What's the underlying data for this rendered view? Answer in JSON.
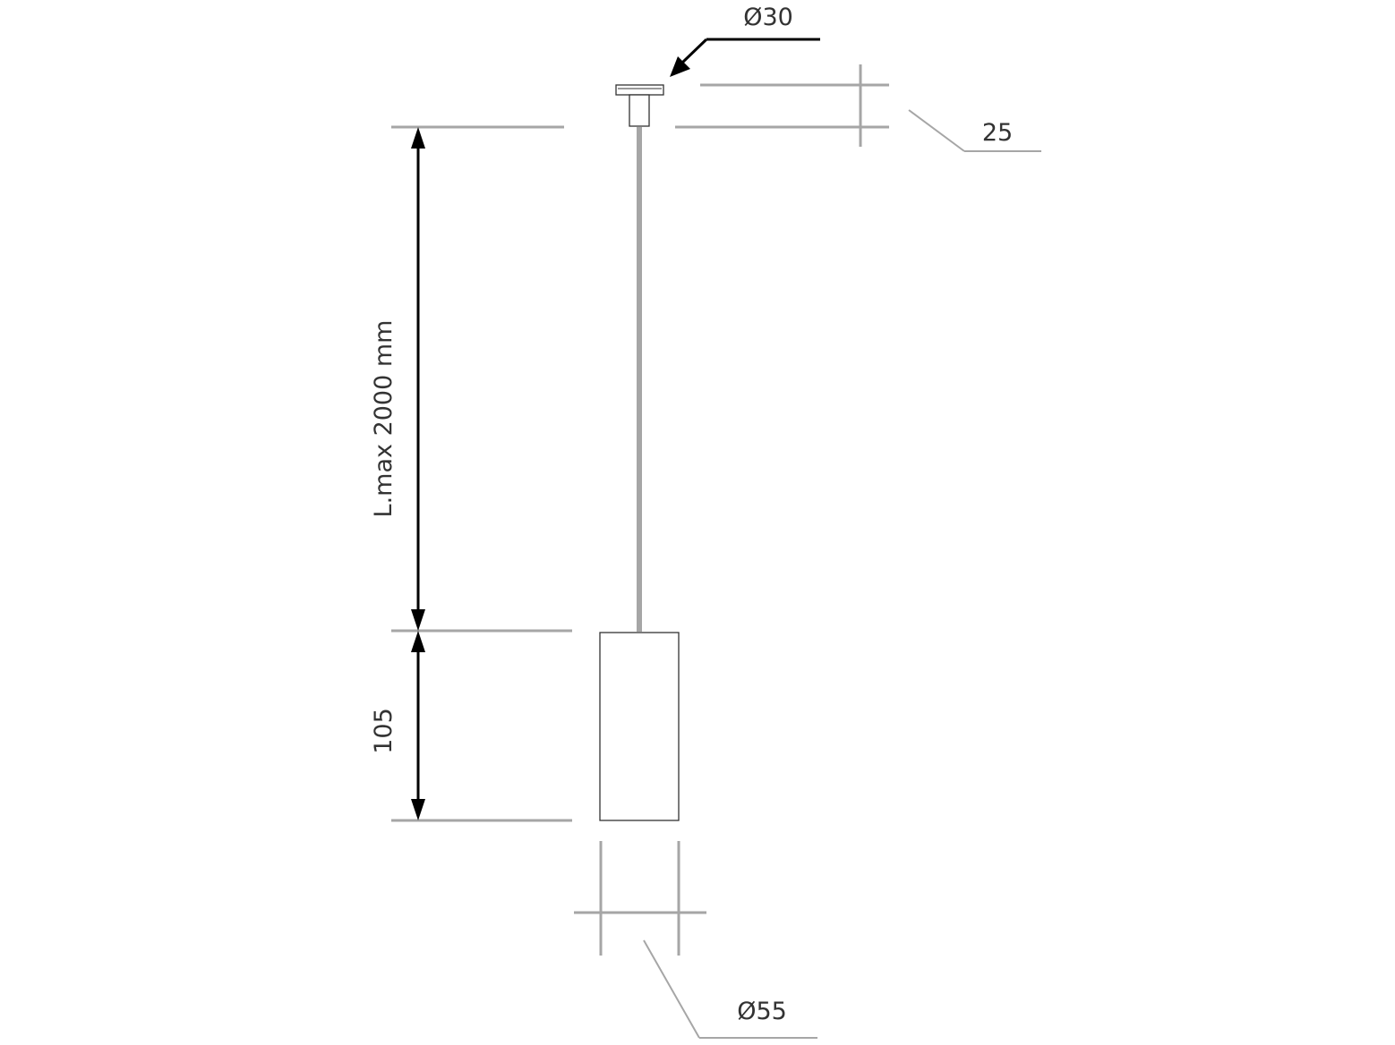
{
  "dimensions": {
    "canopy_diameter": "Ø30",
    "canopy_height": "25",
    "cable_length": "L.max 2000 mm",
    "body_height": "105",
    "body_diameter": "Ø55"
  },
  "colors": {
    "dimension_lines": "#a6a6a6",
    "arrows": "#000000",
    "text": "#333333"
  }
}
